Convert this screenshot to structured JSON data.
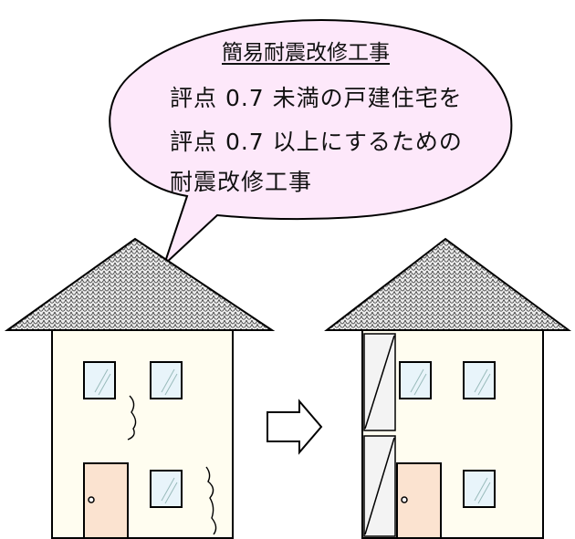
{
  "bubble": {
    "title": "簡易耐震改修工事",
    "lines": [
      "評点 0.7 未満の戸建住宅を",
      "評点 0.7 以上にするための",
      "耐震改修工事"
    ]
  },
  "colors": {
    "bubble_fill": "#fde8fa",
    "wall_fill": "#fffdf0",
    "door_fill": "#fbe3d0",
    "roof_fill": "#ececec",
    "window_fill": "#e8f4fa",
    "brace_fill": "#f3f3f3",
    "stroke": "#000000"
  },
  "icons": {
    "arrow": "right-arrow-outline-icon",
    "roof_pattern": "roof-tile-pattern"
  }
}
